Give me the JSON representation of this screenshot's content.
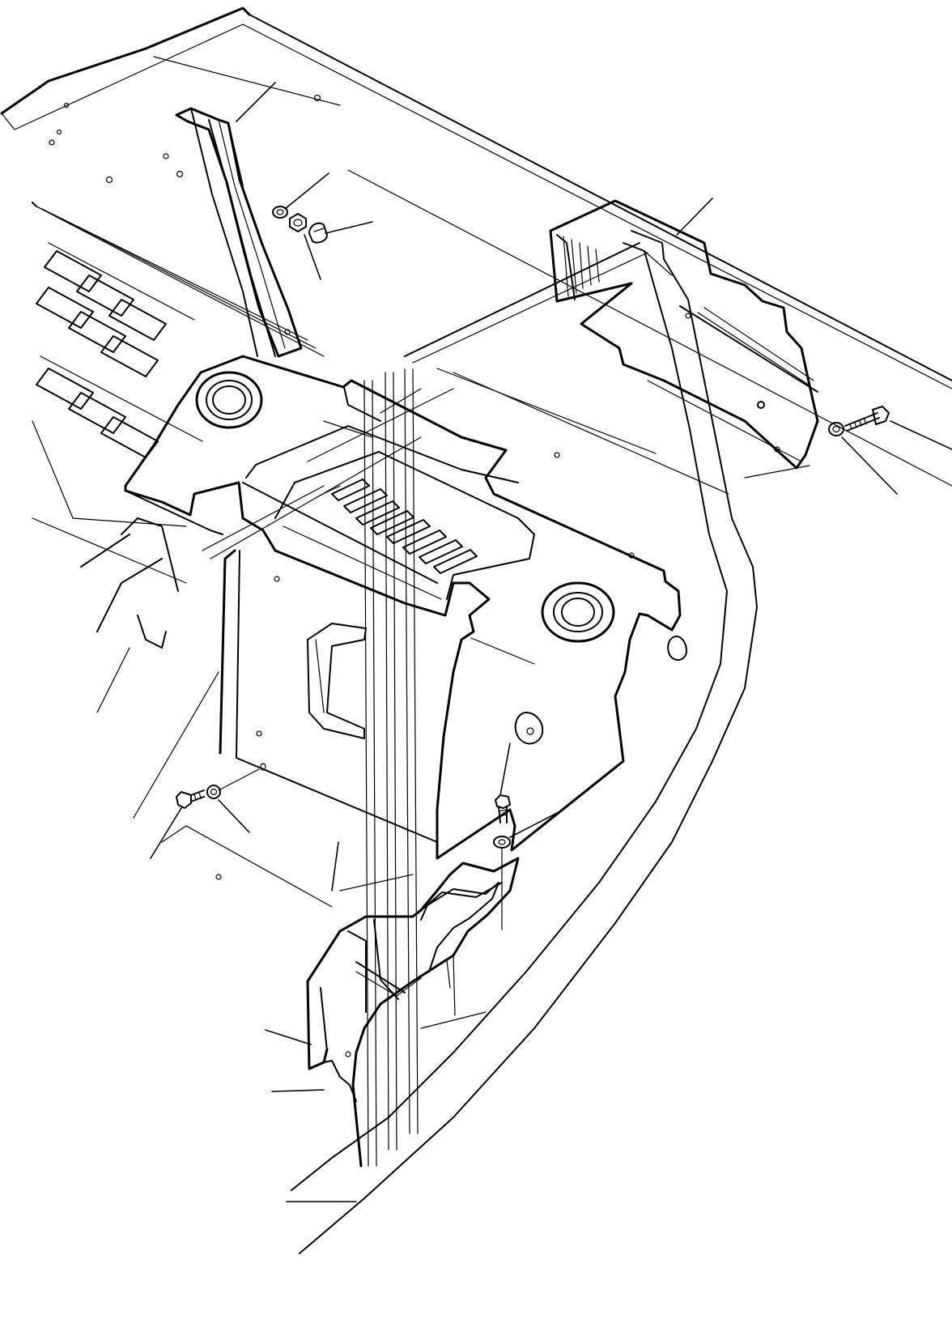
{
  "drawing": {
    "background": "#ffffff",
    "line_color": "#000000",
    "parts": [
      "cab-floor-panel",
      "rear-pillar-cover",
      "upper-rear-duct",
      "rear-console-cover",
      "front-pillar-cover",
      "bolt",
      "washer",
      "nut",
      "cap-nut"
    ]
  }
}
